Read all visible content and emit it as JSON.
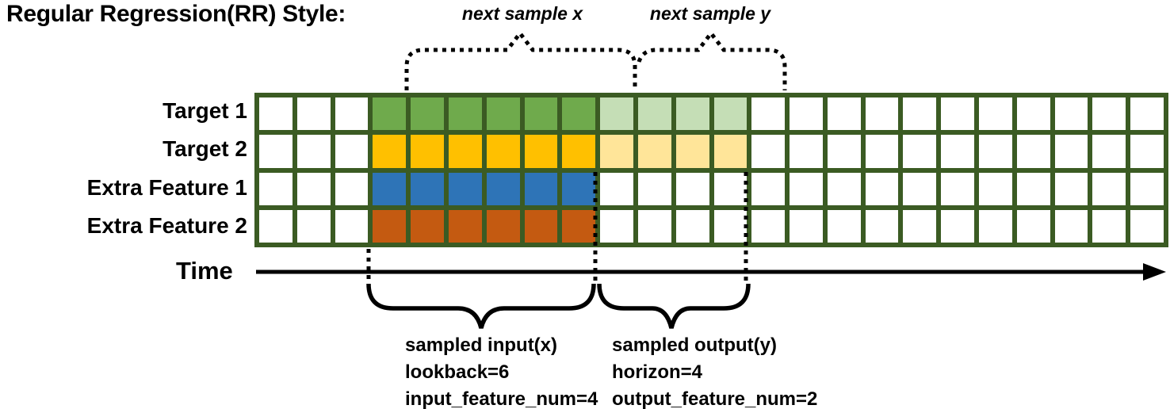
{
  "title": "Regular Regression(RR) Style:",
  "annotations": {
    "next_sample_x": "next sample x",
    "next_sample_y": "next sample y",
    "sampled_input": {
      "line1": "sampled input(x)",
      "line2": "lookback=6",
      "line3": "input_feature_num=4"
    },
    "sampled_output": {
      "line1": "sampled output(y)",
      "line2": "horizon=4",
      "line3": "output_feature_num=2"
    }
  },
  "time_axis": {
    "label": "Time"
  },
  "colors": {
    "grid_border": "#3b5b23",
    "cell_empty": "#ffffff",
    "target1_input": "#6faa4c",
    "target1_output": "#c5deb6",
    "target2_input": "#ffc000",
    "target2_output": "#ffe599",
    "feature1_input": "#2e74b7",
    "feature2_input": "#c45a11",
    "ink": "#000000"
  },
  "grid": {
    "columns": 24,
    "rows": [
      {
        "label": "Target 1",
        "segments": [
          {
            "start": 4,
            "count": 6,
            "colorKey": "target1_input"
          },
          {
            "start": 10,
            "count": 4,
            "colorKey": "target1_output"
          }
        ]
      },
      {
        "label": "Target 2",
        "segments": [
          {
            "start": 4,
            "count": 6,
            "colorKey": "target2_input"
          },
          {
            "start": 10,
            "count": 4,
            "colorKey": "target2_output"
          }
        ]
      },
      {
        "label": "Extra Feature 1",
        "segments": [
          {
            "start": 4,
            "count": 6,
            "colorKey": "feature1_input"
          }
        ]
      },
      {
        "label": "Extra Feature 2",
        "segments": [
          {
            "start": 4,
            "count": 6,
            "colorKey": "feature2_input"
          }
        ]
      }
    ]
  }
}
